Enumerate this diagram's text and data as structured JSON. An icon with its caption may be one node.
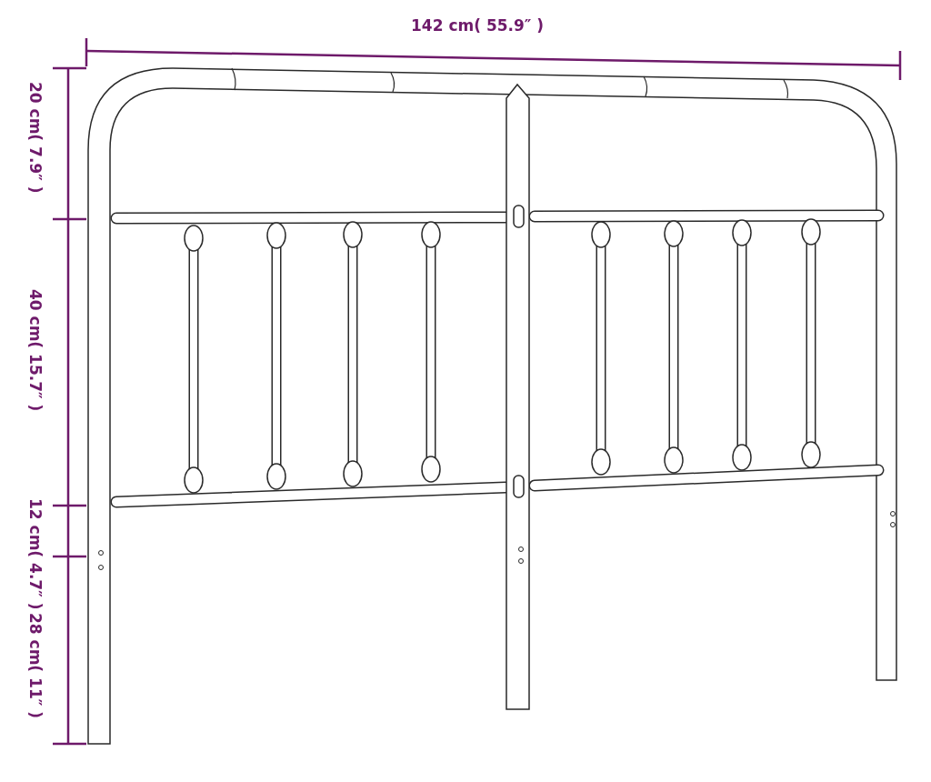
{
  "diagram": {
    "labels": [
      "142 cm( 55.9″ )",
      "20 cm( 7.9″ )",
      "40 cm( 15.7″ )",
      "12 cm( 4.7″ )",
      "28 cm( 11″ )"
    ]
  }
}
